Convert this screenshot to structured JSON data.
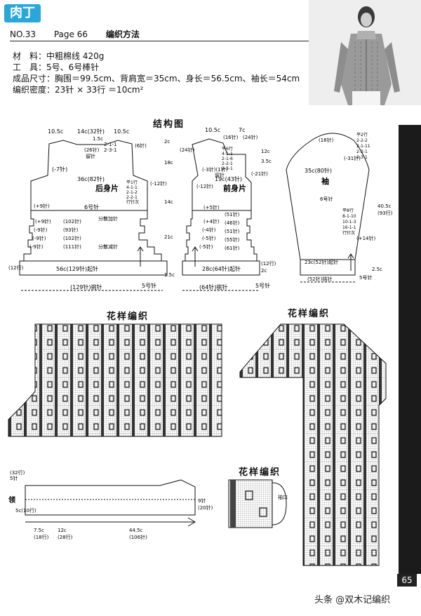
{
  "brand": {
    "logo_text": "肉丁"
  },
  "header": {
    "number": "NO.33",
    "page": "Page 66",
    "title": "编织方法"
  },
  "specs": [
    {
      "label": "材　料：",
      "value": "中粗棉线 420g"
    },
    {
      "label": "工　具：",
      "value": "5号、6号棒针"
    },
    {
      "label": "成品尺寸：",
      "value": "胸围＝99.5cm、背肩宽＝35cm、身长＝56.5cm、袖长＝54cm"
    },
    {
      "label": "编织密度：",
      "value": "23针 × 33行 ＝10cm²"
    }
  ],
  "section_titles": {
    "structure": "结构图",
    "pattern_left": "花样编织",
    "pattern_right": "花样编织",
    "pattern_chart": "花样编织",
    "collar": "领"
  },
  "pieces": {
    "back": "后身片",
    "front": "前身片",
    "sleeve": "袖"
  },
  "back_labels": {
    "top_left": "10.5c",
    "top_mid": "14c(32针)",
    "top_right": "10.5c",
    "neck1": "1.5c",
    "neck2": "2-1-1",
    "neck3": "2-3-1",
    "neck_st": "(26针)",
    "neck_note": "留针",
    "shoulder": "(6针)",
    "armhole": "(-7针)",
    "armhole_r": "(-12针)",
    "width36": "36c(82针)",
    "dec1": "平1行",
    "dec2": "4-1-1",
    "dec3": "2-1-2",
    "dec4": "2-2-1",
    "dec5": "行针次",
    "body_c": "6号针",
    "band1": "(+9针)",
    "band2": "(+9针)",
    "band3": "(-9针)",
    "band4": "(-9针)",
    "band5": "(-9针)",
    "st102a": "(102针)",
    "st93": "(93针)",
    "st102b": "(102针)",
    "st111": "(111针)",
    "dist_inc": "分散加针",
    "dist_dec": "分散减针",
    "bottom": "56c(129针)起针",
    "bottom_st": "(129针)挑针",
    "needle5": "5号针",
    "h2c": "2c",
    "h18c": "18c",
    "h14c": "14c",
    "h21c": "21c",
    "h15c": "1.5c",
    "rib": "(12行)"
  },
  "front_labels": {
    "top_left": "10.5c",
    "top_right": "7c",
    "neck_st": "(16针)",
    "shoulder_st": "(24针)",
    "left_st": "(24针)",
    "pin1": "平6行",
    "pin2": "4-1-1",
    "pin3": "2-1-6",
    "pin4": "2-2-1",
    "pin5": "2-3-1",
    "dec_total": "(-3针)(1针)",
    "dec_note": "留针",
    "dec_r": "(-21针)",
    "h12c": "12c",
    "h35c": "3.5c",
    "side": "(-12针)",
    "width19": "19c(43针)",
    "band1": "(+5针)",
    "band2": "(+4针)",
    "band3": "(-4针)",
    "band4": "(-5针)",
    "band5": "(-5针)",
    "st51a": "(51针)",
    "st46": "(46针)",
    "st51b": "(51针)",
    "st55": "(55针)",
    "st61": "(61针)",
    "bottom": "28c(64针)起针",
    "bottom_st": "(64针)挑针",
    "needle5": "5号针",
    "h2c": "2c",
    "rib": "(12行)"
  },
  "sleeve_labels": {
    "top_st": "(18针)",
    "cap1": "平2行",
    "cap2": "2-2-2",
    "cap3": "2-1-11",
    "cap4": "2-2-1",
    "cap5": "2-3-1",
    "cap_dec": "(-31针)",
    "width35": "35c(80针)",
    "needle6": "6号针",
    "inc1": "平8行",
    "inc2": "8-1-10",
    "inc3": "10-1-3",
    "inc4": "16-1-1",
    "inc5": "行针次",
    "inc_total": "(+14针)",
    "h40": "40.5c",
    "h93": "(93行)",
    "h25": "2.5c",
    "cuff": "23c(52针)起针",
    "cuff_st": "(52针)挑针",
    "needle5": "5号针"
  },
  "collar_labels": {
    "st5": "5针",
    "rows": "(32行)",
    "c1": "5c(10行)",
    "c2": "7.5c",
    "c3": "(18行)",
    "c4": "12c",
    "c5": "(28行)",
    "c6": "44.5c",
    "c7": "(106针)",
    "c8": "9针",
    "c9": "(20针)"
  },
  "chart_note": "袖口",
  "page_number": "65",
  "watermark": "头条 @双木记编织"
}
